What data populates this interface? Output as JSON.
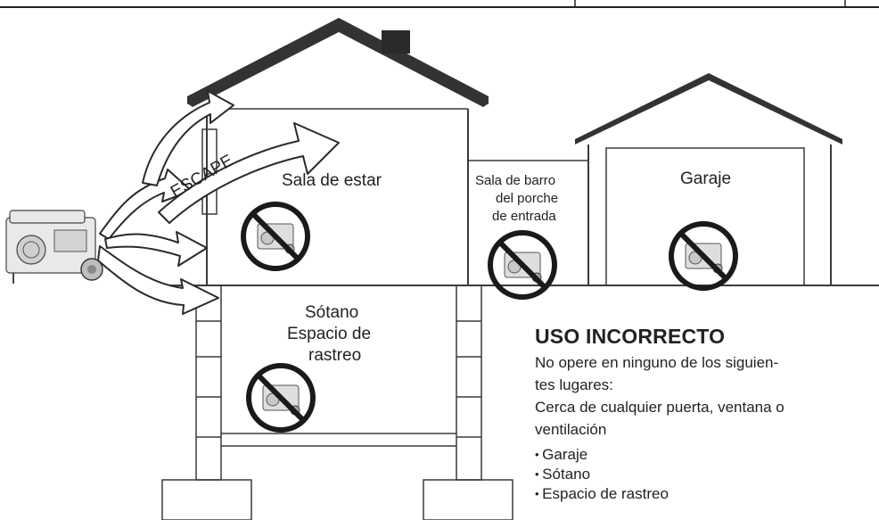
{
  "labels": {
    "escape": "ESCAPE",
    "living_room": "Sala de estar",
    "mudroom_line1": "Sala de barro",
    "mudroom_line2": "del porche",
    "mudroom_line3": "de entrada",
    "garage": "Garaje",
    "basement_line1": "Sótano",
    "basement_line2": "Espacio de",
    "basement_line3": "rastreo"
  },
  "warning": {
    "title": "USO INCORRECTO",
    "line1": "No opere en ninguno de los siguien-",
    "line2": "tes lugares:",
    "line3": "Cerca de cualquier puerta, ventana o",
    "line4": "ventilación",
    "items": [
      "Garaje",
      "Sótano",
      "Espacio de rastreo"
    ]
  },
  "icons": {
    "prohibited": "no-generator-icon",
    "generator": "generator-icon",
    "exhaust": "exhaust-arrow-icon"
  },
  "colors": {
    "ink": "#222222",
    "roof": "#333333",
    "fill": "#ffffff"
  }
}
